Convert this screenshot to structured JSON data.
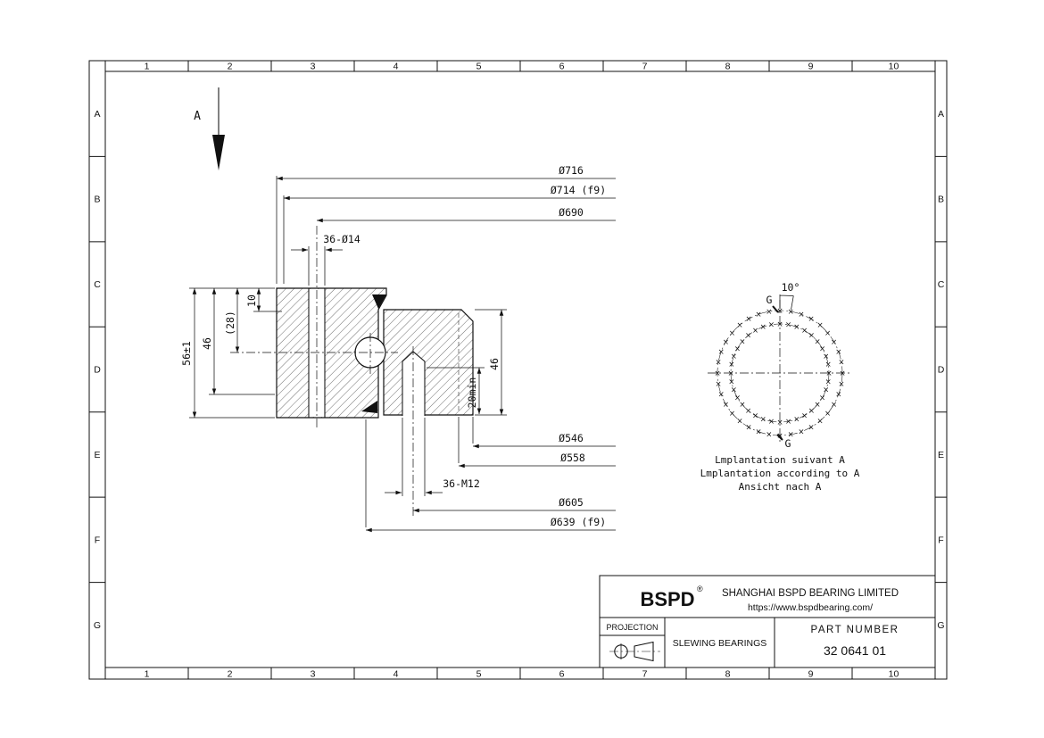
{
  "frame": {
    "cols": [
      "1",
      "2",
      "3",
      "4",
      "5",
      "6",
      "7",
      "8",
      "9",
      "10"
    ],
    "rows": [
      "A",
      "B",
      "C",
      "D",
      "E",
      "F",
      "G"
    ]
  },
  "drawing": {
    "view_arrow_label": "A",
    "dims": {
      "d716": "Ø716",
      "d714": "Ø714 (f9)",
      "d690": "Ø690",
      "holes_top": "36-Ø14",
      "h56": "56±1",
      "h46_left": "46",
      "h28": "(28)",
      "h10": "10",
      "h46_right": "46",
      "depth20": "20min",
      "d546": "Ø546",
      "d558": "Ø558",
      "holes_bottom": "36-M12",
      "d605": "Ø605",
      "d639": "Ø639 (f9)"
    },
    "circular_view": {
      "angle": "10°",
      "g_top": "G",
      "g_bottom": "G",
      "caption_line1": "Lmplantation suivant A",
      "caption_line2": "Lmplantation according to A",
      "caption_line3": "Ansicht nach A"
    }
  },
  "title_block": {
    "brand": "BSPD",
    "registered": "®",
    "company": "SHANGHAI BSPD BEARING LIMITED",
    "website": "https://www.bspdbearing.com/",
    "projection_label": "PROJECTION",
    "product": "SLEWING BEARINGS",
    "part_number_label": "PART NUMBER",
    "part_number": "32 0641 01"
  },
  "colors": {
    "line": "#111111",
    "background": "#ffffff"
  }
}
